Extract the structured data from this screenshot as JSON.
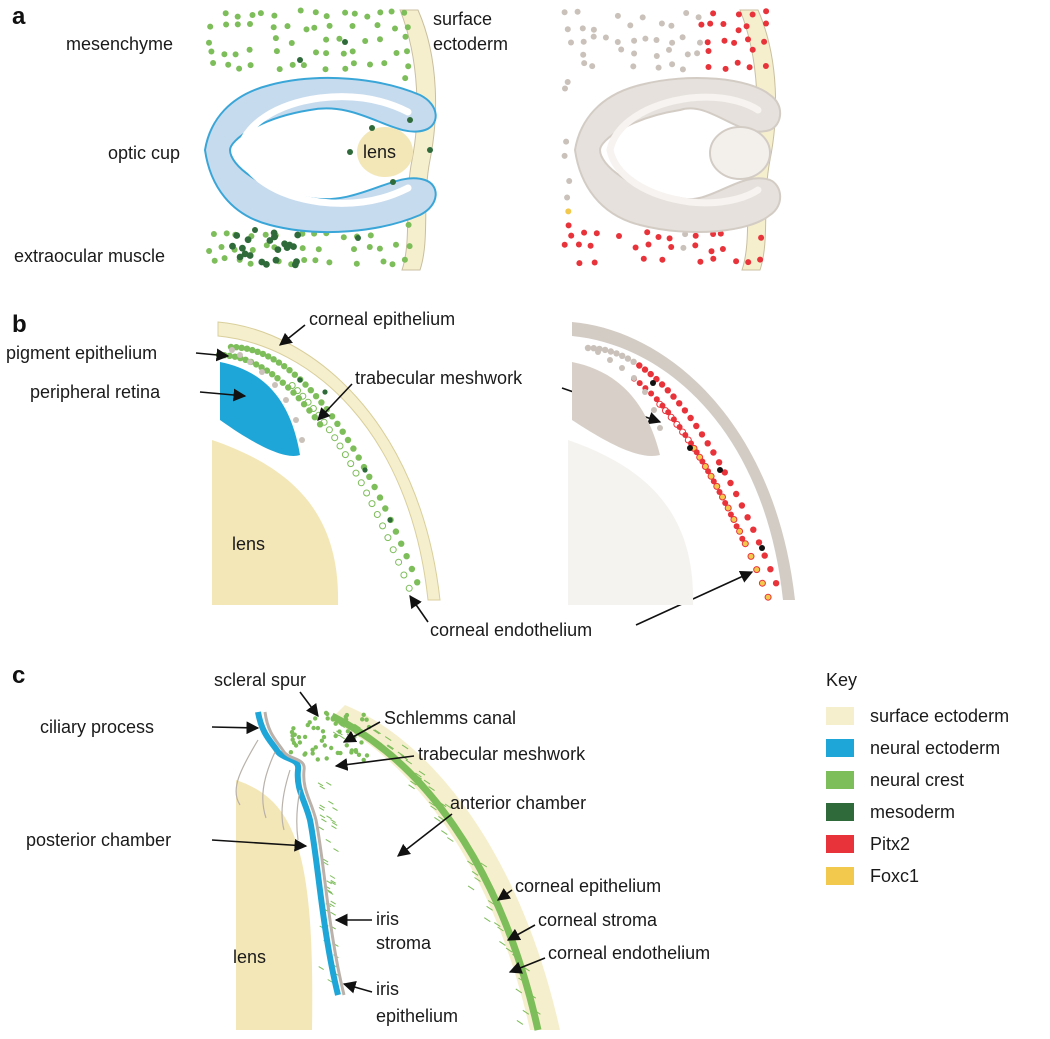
{
  "colors": {
    "surface_ectoderm": "#f6efcd",
    "neural_ectoderm": "#1fa6d8",
    "neural_crest": "#7dbd5a",
    "mesoderm": "#2f6b3a",
    "pitx2": "#e8333a",
    "foxc1": "#f2c94c",
    "optic_cup_fill": "#c7dbee",
    "grey_tissue": "#e6e1dc",
    "grey_cells": "#c9c1ba",
    "lens_fill": "#f3e7b8"
  },
  "panels": {
    "a": {
      "panel_label": "a",
      "labels": {
        "mesenchyme": "mesenchyme",
        "surface_ectoderm_1": "surface",
        "surface_ectoderm_2": "ectoderm",
        "optic_cup": "optic cup",
        "lens": "lens",
        "extraocular_muscle": "extraocular muscle"
      }
    },
    "b": {
      "panel_label": "b",
      "labels": {
        "corneal_epithelium": "corneal epithelium",
        "pigment_epithelium": "pigment epithelium",
        "peripheral_retina": "peripheral retina",
        "trabecular_meshwork": "trabecular meshwork",
        "lens": "lens",
        "corneal_endothelium": "corneal endothelium"
      }
    },
    "c": {
      "panel_label": "c",
      "labels": {
        "scleral_spur": "scleral spur",
        "ciliary_process": "ciliary process",
        "schlemms_canal": "Schlemms canal",
        "trabecular_meshwork": "trabecular meshwork",
        "anterior_chamber": "anterior chamber",
        "posterior_chamber": "posterior chamber",
        "corneal_epithelium": "corneal epithelium",
        "corneal_stroma": "corneal stroma",
        "corneal_endothelium": "corneal endothelium",
        "iris_stroma_1": "iris",
        "iris_stroma_2": "stroma",
        "iris_epithelium_1": "iris",
        "iris_epithelium_2": "epithelium",
        "lens": "lens"
      }
    }
  },
  "key": {
    "title": "Key",
    "items": [
      {
        "label": "surface ectoderm",
        "color": "#f6efcd"
      },
      {
        "label": "neural ectoderm",
        "color": "#1fa6d8"
      },
      {
        "label": "neural crest",
        "color": "#7dbd5a"
      },
      {
        "label": "mesoderm",
        "color": "#2f6b3a"
      },
      {
        "label": "Pitx2",
        "color": "#e8333a"
      },
      {
        "label": "Foxc1",
        "color": "#f2c94c"
      }
    ]
  }
}
